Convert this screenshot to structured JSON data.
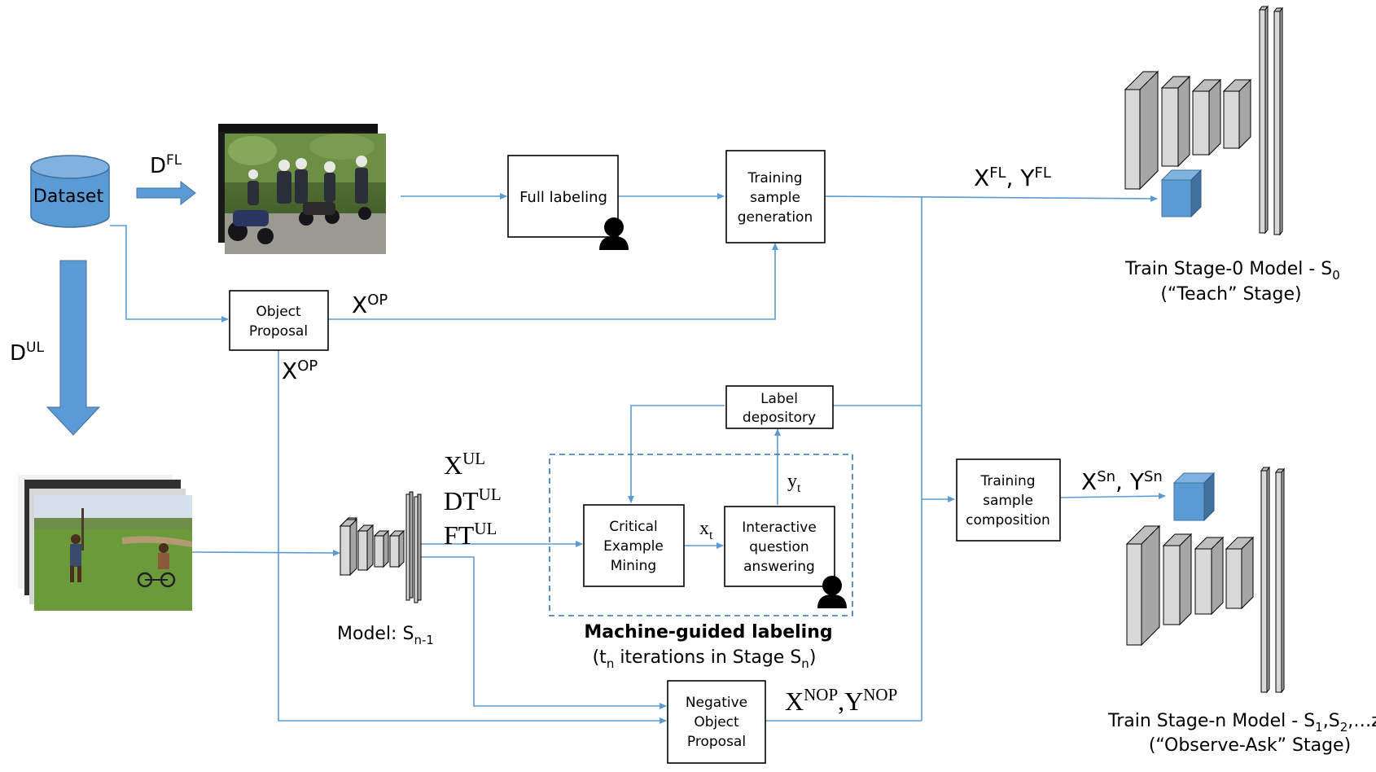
{
  "dataset": {
    "label": "Dataset"
  },
  "arrows": {
    "d_fl": {
      "base": "D",
      "sup": "FL"
    },
    "d_ul": {
      "base": "D",
      "sup": "UL"
    }
  },
  "boxes": {
    "full_labeling": {
      "lines": [
        "Full labeling"
      ]
    },
    "training_sample_generation": {
      "lines": [
        "Training",
        "sample",
        "generation"
      ]
    },
    "object_proposal": {
      "lines": [
        "Object",
        "Proposal"
      ]
    },
    "label_depository": {
      "lines": [
        "Label",
        "depository"
      ]
    },
    "critical_example_mining": {
      "lines": [
        "Critical",
        "Example",
        "Mining"
      ]
    },
    "interactive_question_answering": {
      "lines": [
        "Interactive",
        "question",
        "answering"
      ]
    },
    "training_sample_composition": {
      "lines": [
        "Training",
        "sample",
        "composition"
      ]
    },
    "negative_object_proposal": {
      "lines": [
        "Negative",
        "Object",
        "Proposal"
      ]
    }
  },
  "edge_labels": {
    "x_op_right": {
      "base": "X",
      "sup": "OP"
    },
    "x_op_down": {
      "base": "X",
      "sup": "OP"
    },
    "x_fl_y_fl": {
      "a": "X",
      "a_sup": "FL",
      "sep": ", ",
      "b": "Y",
      "b_sup": "FL"
    },
    "x_ul": {
      "base": "X",
      "sup": "UL"
    },
    "dt_ul": {
      "base": "DT",
      "sup": "UL"
    },
    "ft_ul": {
      "base": "FT",
      "sup": "UL"
    },
    "x_t": {
      "base": "x",
      "sub": "t"
    },
    "y_t": {
      "base": "y",
      "sub": "t"
    },
    "x_sn_y_sn": {
      "a": "X",
      "a_sup": "Sn",
      "sep": ", ",
      "b": "Y",
      "b_sup": "Sn"
    },
    "x_nop_y_nop": {
      "a": "X",
      "a_sup": "NOP",
      "sep": ",",
      "b": "Y",
      "b_sup": "NOP"
    }
  },
  "model_label": {
    "base": "Model: S",
    "sub": "n-1"
  },
  "machine_guided": {
    "title": "Machine-guided labeling",
    "sub_open": "(t",
    "sub_n": "n",
    "sub_mid": " iterations in Stage S",
    "sub_n2": "n",
    "sub_close": ")"
  },
  "stage0": {
    "line1_base": "Train Stage-0 Model - S",
    "line1_sub": "0",
    "line2": "(“Teach” Stage)"
  },
  "stagen": {
    "line1_base": "Train Stage-n Model - S",
    "sub1": "1",
    "comma1": ",S",
    "sub2": "2",
    "rest": ",…zS",
    "subN": "N",
    "line2": "(“Observe-Ask” Stage)"
  },
  "colors": {
    "line": "#5b9bd5",
    "fill": "#5b9bd5",
    "box_stroke": "#000000",
    "layer_front": "#d9d9d9",
    "layer_side": "#a6a6a6",
    "layer_top": "#bfbfbf"
  },
  "icons": [
    "person-icon",
    "database-icon",
    "photo-stack-motorbikes",
    "photo-stack-field"
  ]
}
